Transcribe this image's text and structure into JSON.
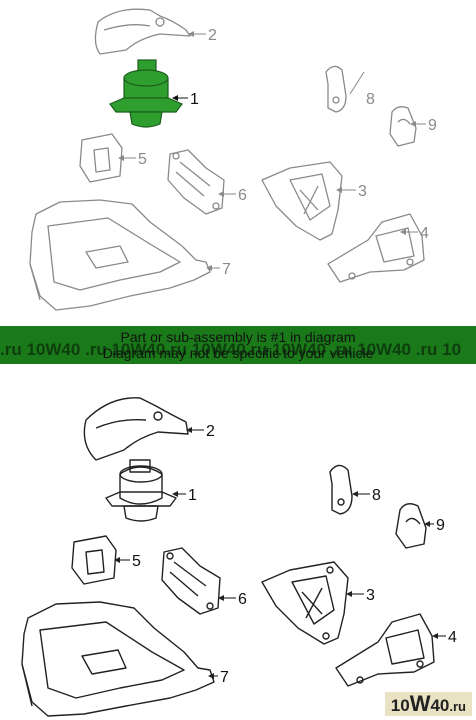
{
  "banner": {
    "line1": "Part or sub-assembly is #1 in diagram",
    "line2": "Diagram may not be specific to your vehicle",
    "watermark": ".ru 10W40 .ru 10W40.ru 10W40.ru 10W40 .ru 10W40 .ru 10"
  },
  "callouts": [
    "1",
    "2",
    "3",
    "4",
    "5",
    "6",
    "7",
    "8",
    "9"
  ],
  "logo": {
    "prefix": "10",
    "mark": "W",
    "number": "40",
    "suffix": ".ru"
  },
  "colors": {
    "line": "#7a7a7a",
    "line_bottom": "#222222",
    "highlight": "#2e9e2e",
    "banner": "#1a7a1a"
  }
}
